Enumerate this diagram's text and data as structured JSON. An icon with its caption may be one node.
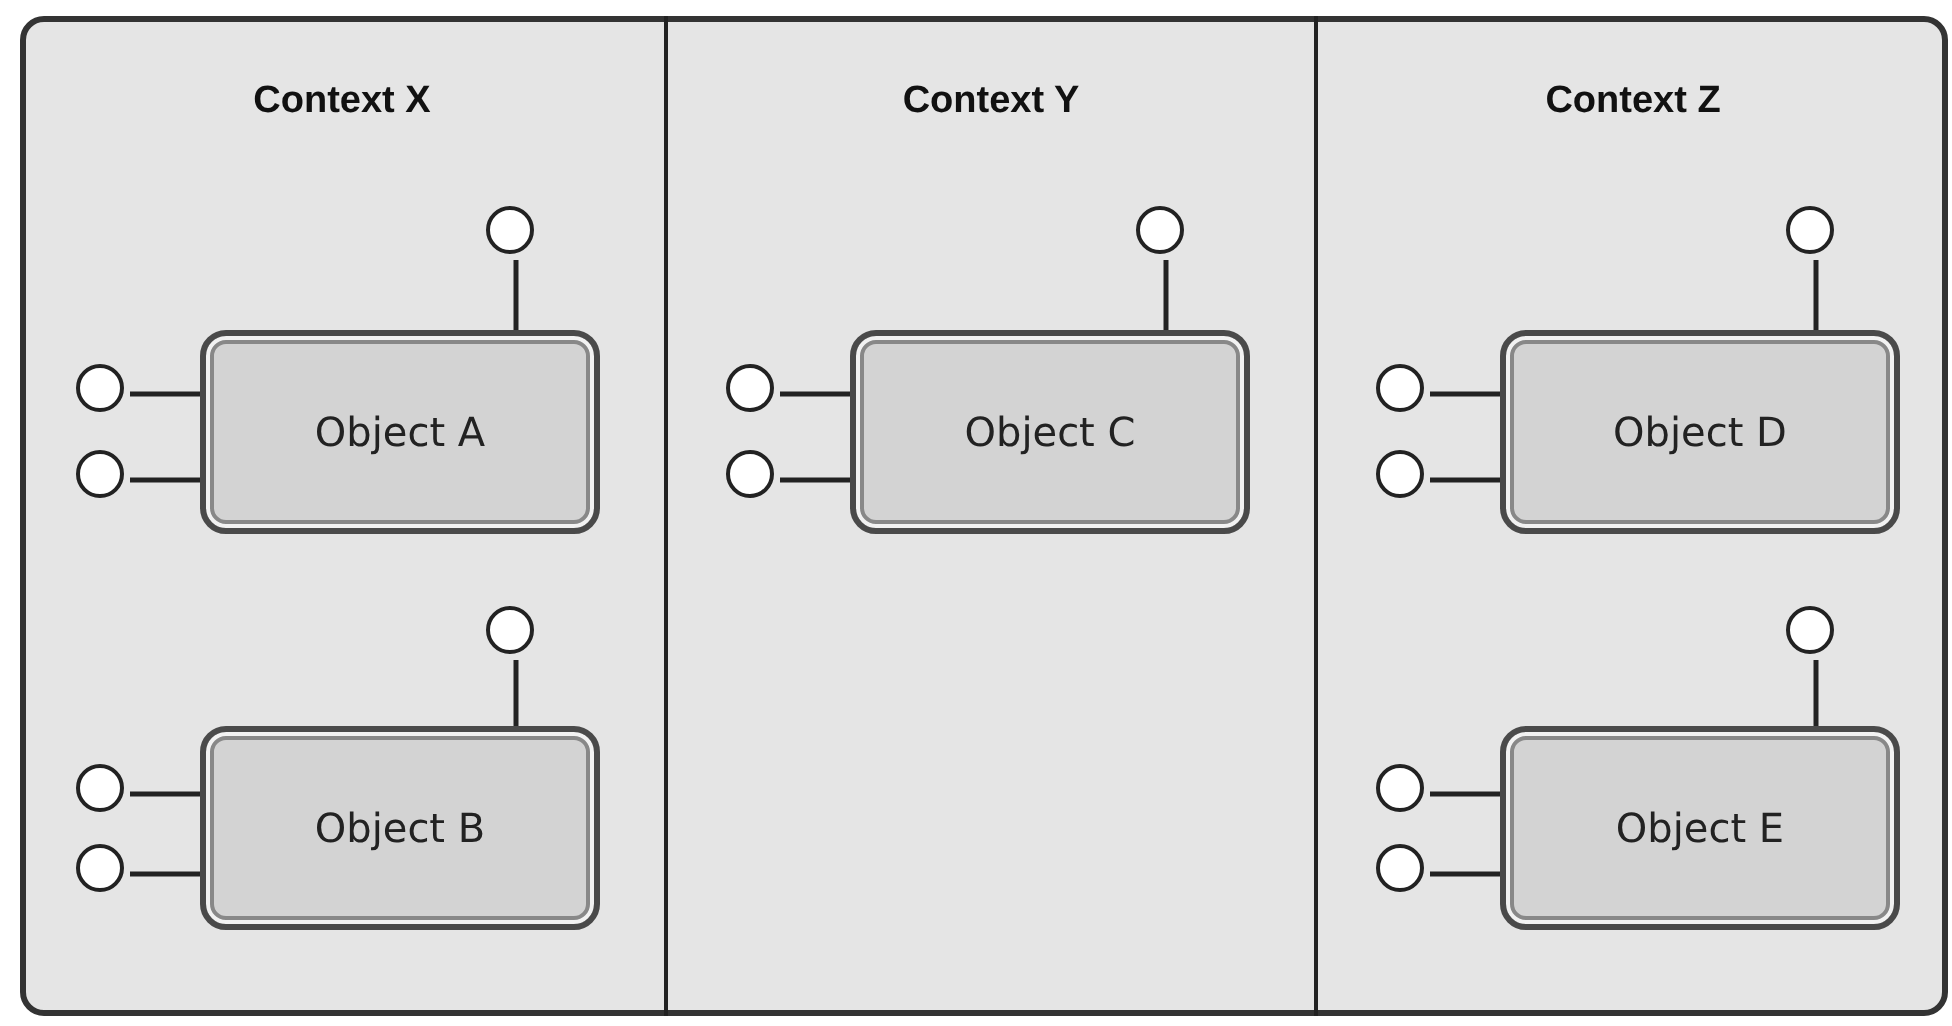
{
  "diagram": {
    "nodes": [
      {
        "text": [],
        "shape": "box"
      },
      {
        "text": [
          "Context X"
        ],
        "in": 0
      },
      {
        "text": [
          "Context Y"
        ],
        "in": 0
      },
      {
        "text": [
          "Context Z"
        ],
        "in": 0
      },
      {
        "text": [],
        "shape": "circle",
        "in": 1
      },
      {
        "text": [],
        "shape": "circle",
        "in": 1
      },
      {
        "text": [],
        "shape": "circle",
        "in": 1
      },
      {
        "text": [
          "Object A"
        ],
        "in": 1
      },
      {
        "text": [],
        "shape": "circle",
        "in": 1
      },
      {
        "text": [],
        "shape": "circle",
        "in": 1
      },
      {
        "text": [],
        "shape": "circle",
        "in": 1
      },
      {
        "text": [
          "Object B"
        ],
        "in": 1
      },
      {
        "text": [],
        "shape": "circle",
        "in": 2
      },
      {
        "text": [],
        "shape": "circle",
        "in": 2
      },
      {
        "text": [],
        "shape": "circle",
        "in": 2
      },
      {
        "text": [
          "Object C"
        ],
        "in": 2
      },
      {
        "text": [],
        "shape": "circle",
        "in": 3
      },
      {
        "text": [],
        "shape": "circle",
        "in": 3
      },
      {
        "text": [],
        "shape": "circle",
        "in": 3
      },
      {
        "text": [
          "Object D"
        ],
        "in": 3
      },
      {
        "text": [],
        "shape": "circle",
        "in": 3
      },
      {
        "text": [],
        "shape": "circle",
        "in": 3
      },
      {
        "text": [],
        "shape": "circle",
        "in": 3
      },
      {
        "text": [
          "Object E"
        ],
        "in": 3
      }
    ],
    "edges": [
      {
        "from": 4,
        "to": 7,
        "arrow": "none"
      },
      {
        "from": 5,
        "to": 7,
        "arrow": "none"
      },
      {
        "from": 6,
        "to": 7,
        "arrow": "none"
      },
      {
        "from": 8,
        "to": 11,
        "arrow": "none"
      },
      {
        "from": 9,
        "to": 11,
        "arrow": "none"
      },
      {
        "from": 10,
        "to": 11,
        "arrow": "none"
      },
      {
        "from": 12,
        "to": 15,
        "arrow": "none"
      },
      {
        "from": 13,
        "to": 15,
        "arrow": "none"
      },
      {
        "from": 14,
        "to": 15,
        "arrow": "none"
      },
      {
        "from": 16,
        "to": 19,
        "arrow": "none"
      },
      {
        "from": 17,
        "to": 19,
        "arrow": "none"
      },
      {
        "from": 18,
        "to": 19,
        "arrow": "none"
      },
      {
        "from": 20,
        "to": 23,
        "arrow": "none"
      },
      {
        "from": 21,
        "to": 23,
        "arrow": "none"
      },
      {
        "from": 22,
        "to": 23,
        "arrow": "none"
      }
    ]
  }
}
